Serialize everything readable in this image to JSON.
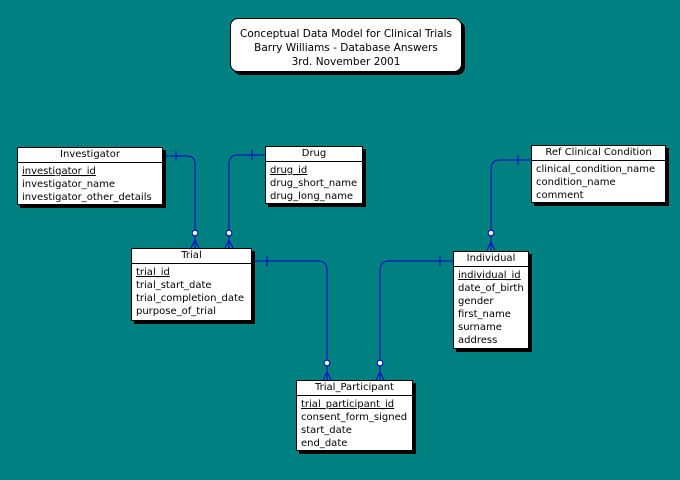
{
  "title": {
    "line1": "Conceptual Data Model for Clinical Trials",
    "line2": "Barry Williams - Database Answers",
    "line3": "3rd. November 2001"
  },
  "entities": {
    "investigator": {
      "name": "Investigator",
      "attributes": [
        "investigator_id",
        "investigator_name",
        "investigator_other_details"
      ]
    },
    "drug": {
      "name": "Drug",
      "attributes": [
        "drug_id",
        "drug_short_name",
        "drug_long_name"
      ]
    },
    "ref_clinical_condition": {
      "name": "Ref Clinical Condition",
      "attributes": [
        "clinical_condition_name",
        "condition_name",
        "comment"
      ]
    },
    "trial": {
      "name": "Trial",
      "attributes": [
        "trial_id",
        "trial_start_date",
        "trial_completion_date",
        "purpose_of_trial"
      ]
    },
    "individual": {
      "name": "Individual",
      "attributes": [
        "individual_id",
        "date_of_birth",
        "gender",
        "first_name",
        "surname",
        "address"
      ]
    },
    "trial_participant": {
      "name": "Trial_Participant",
      "attributes": [
        "trial_participant_id",
        "consent_form_signed",
        "start_date",
        "end_date"
      ]
    }
  },
  "colors": {
    "background": "#008080",
    "line": "#0000cc"
  }
}
